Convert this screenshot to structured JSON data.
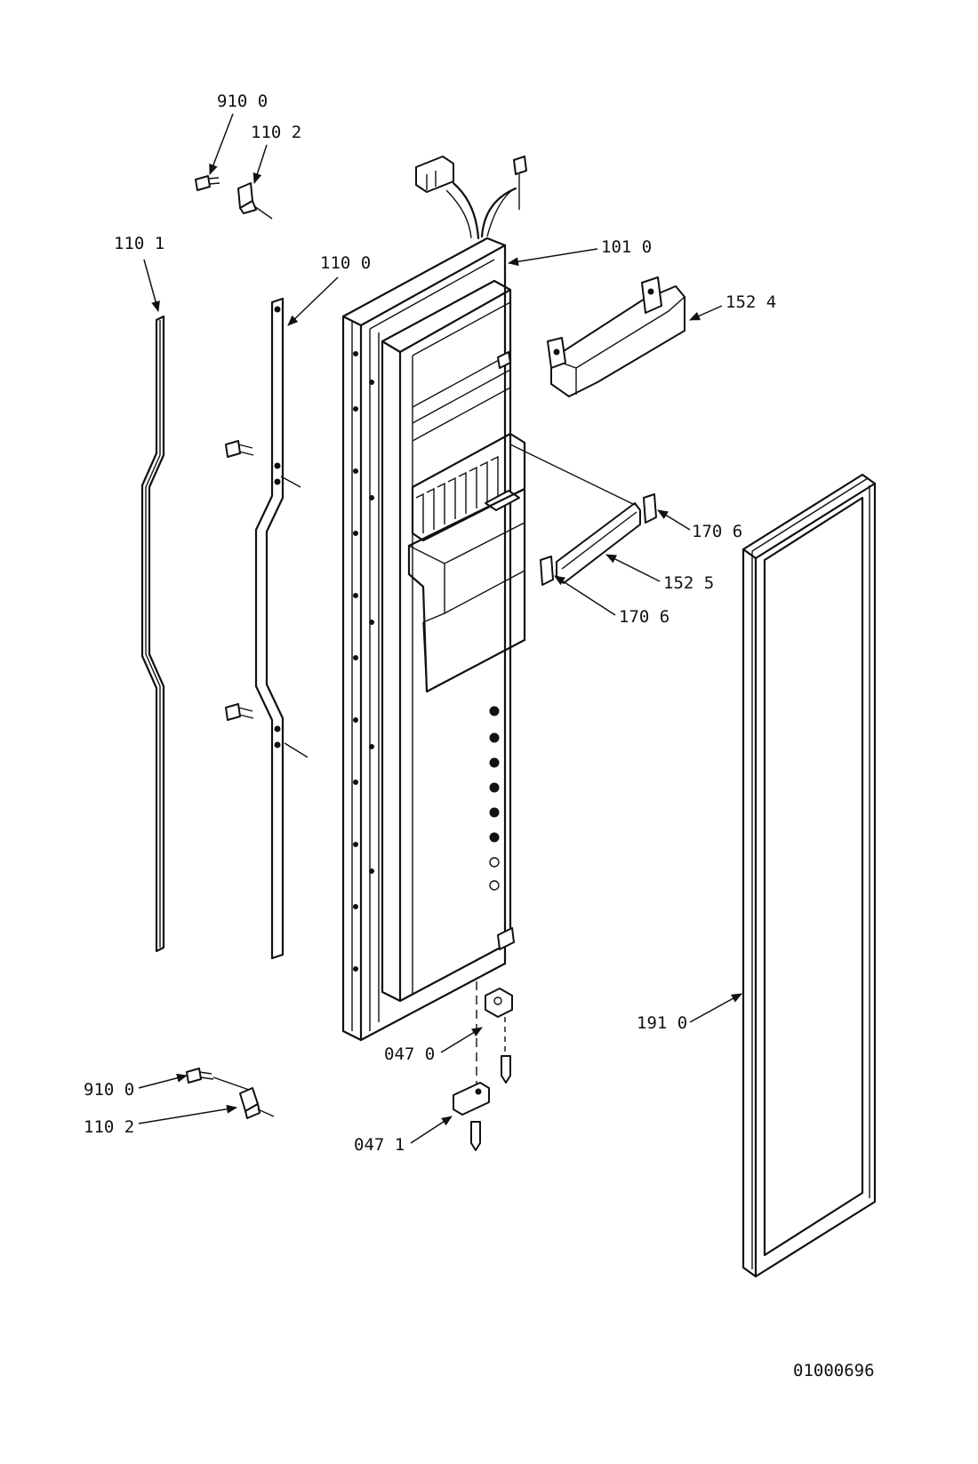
{
  "drawing_number": "01000696",
  "callouts": [
    {
      "id": "c-910-0-top",
      "text": "910  0"
    },
    {
      "id": "c-110-2-top",
      "text": "110  2"
    },
    {
      "id": "c-110-1",
      "text": "110  1"
    },
    {
      "id": "c-110-0",
      "text": "110  0"
    },
    {
      "id": "c-101-0",
      "text": "101  0"
    },
    {
      "id": "c-152-4",
      "text": "152  4"
    },
    {
      "id": "c-170-6-right",
      "text": "170  6"
    },
    {
      "id": "c-152-5",
      "text": "152  5"
    },
    {
      "id": "c-170-6-left",
      "text": "170  6"
    },
    {
      "id": "c-191-0",
      "text": "191  0"
    },
    {
      "id": "c-047-0",
      "text": "047  0"
    },
    {
      "id": "c-910-0-bottom",
      "text": "910  0"
    },
    {
      "id": "c-110-2-bottom",
      "text": "110  2"
    },
    {
      "id": "c-047-1",
      "text": "047  1"
    }
  ]
}
